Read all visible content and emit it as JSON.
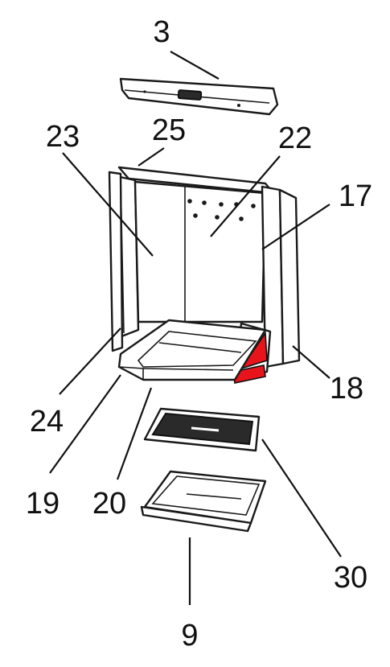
{
  "labels": {
    "p3": "3",
    "p25": "25",
    "p23": "23",
    "p22": "22",
    "p17": "17",
    "p24": "24",
    "p18": "18",
    "p19": "19",
    "p20": "20",
    "p30": "30",
    "p9": "9"
  },
  "colors": {
    "highlight": "#e8141b",
    "line": "#1a1a1a"
  }
}
